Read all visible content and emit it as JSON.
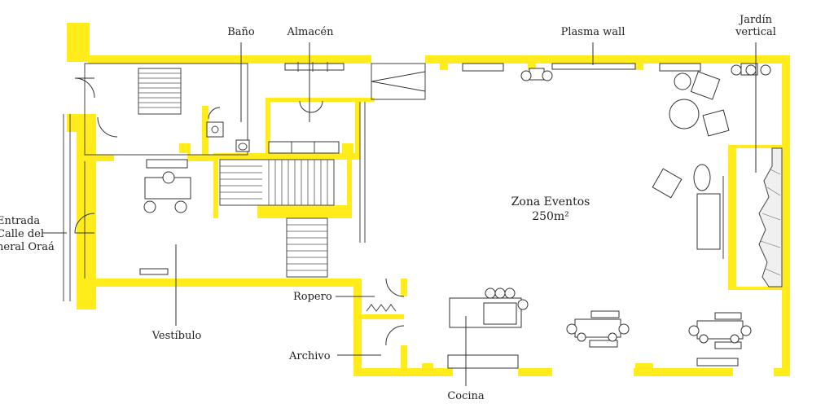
{
  "labels": {
    "bano": "Baño",
    "almacen": "Almacén",
    "plasma_wall": "Plasma wall",
    "jardin_line1": "Jardín",
    "jardin_line2": "vertical",
    "entrada_line1": "Entrada",
    "entrada_line2": "Calle del",
    "entrada_line3": "neral Oraá",
    "zona_eventos_line1": "Zona Eventos",
    "zona_eventos_line2": "250m²",
    "ropero": "Ropero",
    "vestibulo": "Vestíbulo",
    "archivo": "Archivo",
    "cocina": "Cocina"
  },
  "colors": {
    "wall": "#ffec1a",
    "line": "#333333",
    "background": "#ffffff"
  }
}
